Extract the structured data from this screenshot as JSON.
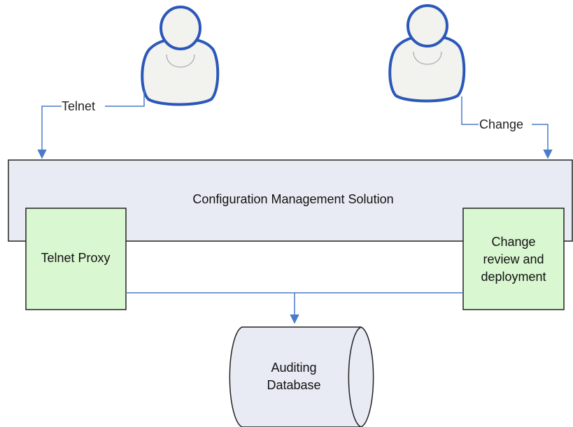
{
  "actors": [
    {
      "name": "user-left"
    },
    {
      "name": "user-right"
    }
  ],
  "connectors": {
    "telnet_label": "Telnet",
    "change_label": "Change"
  },
  "main_box": {
    "title": "Configuration Management Solution"
  },
  "telnet_proxy": {
    "label": "Telnet Proxy"
  },
  "change_box": {
    "line1": "Change",
    "line2": "review and",
    "line3": "deployment"
  },
  "database": {
    "line1": "Auditing",
    "line2": "Database"
  },
  "colors": {
    "actor_stroke": "#2b58b8",
    "actor_fill": "#f2f2ee",
    "line": "#4a7cc9",
    "main_fill": "#e8ebf4",
    "green_fill": "#d9f7d0",
    "db_fill": "#e8ebf4"
  }
}
